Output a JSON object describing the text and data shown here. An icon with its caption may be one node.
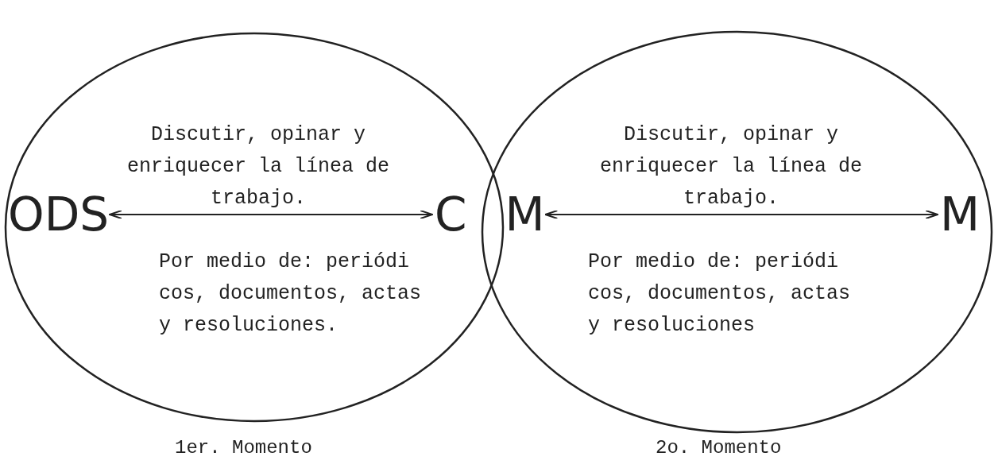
{
  "diagram": {
    "nodes": [
      {
        "text": [
          "Discutir, opinar y enriquecer la línea de trabajo.",
          "Por medio de: periódi cos, documentos, actas y resoluciones."
        ],
        "beside": [
          "1er. Momento"
        ]
      },
      {
        "text": [
          "Discutir, opinar y enriquecer la línea de trabajo.",
          "Por medio de: periódi cos, documentos, actas y resoluciones"
        ],
        "beside": [
          "2o. Momento"
        ]
      },
      {
        "text": [
          "ODS"
        ],
        "in": 0
      },
      {
        "text": [
          "CM"
        ]
      },
      {
        "text": [
          "M"
        ],
        "in": 1
      }
    ],
    "edges": [
      {
        "from": 2,
        "to": 3,
        "arrow": "both"
      },
      {
        "from": 3,
        "to": 4,
        "arrow": "both"
      }
    ]
  }
}
